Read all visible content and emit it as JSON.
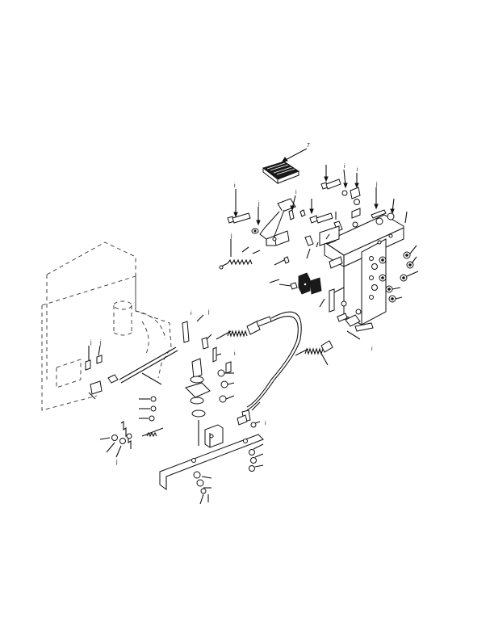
{
  "figure": {
    "callouts": [
      {
        "label": "7"
      },
      {
        "label": "i"
      },
      {
        "label": "i"
      },
      {
        "label": "i"
      },
      {
        "label": "i"
      },
      {
        "label": "j"
      },
      {
        "label": "j"
      },
      {
        "label": "j"
      },
      {
        "label": "j"
      },
      {
        "label": "j"
      },
      {
        "label": "j"
      },
      {
        "label": "i"
      },
      {
        "label": "i"
      },
      {
        "label": "j"
      },
      {
        "label": "i"
      },
      {
        "label": "i"
      }
    ]
  }
}
